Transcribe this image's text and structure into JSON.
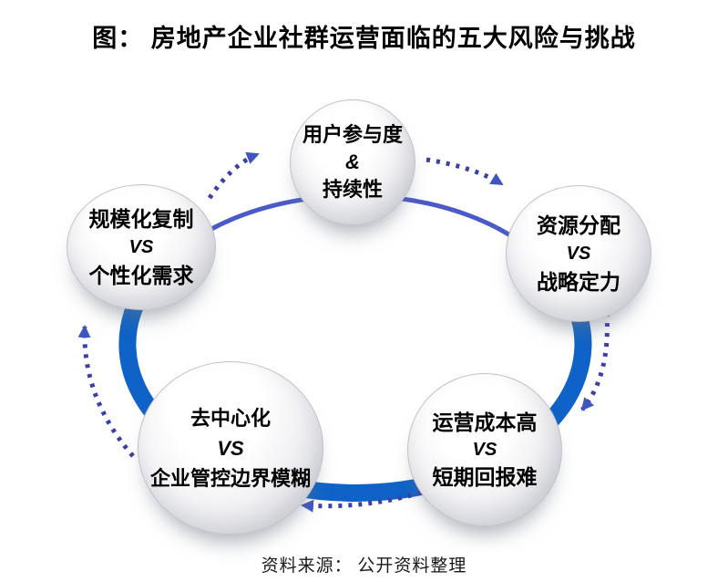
{
  "title": "图： 房地产企业社群运营面临的五大风险与挑战",
  "source": "资料来源： 公开资料整理",
  "diagram": {
    "description": "five-node circular cycle, clockwise flow",
    "nodes": [
      {
        "id": "user-engagement",
        "position": "top",
        "lines": [
          "用户参与度",
          "&",
          "持续性"
        ]
      },
      {
        "id": "resource-allocation",
        "position": "right",
        "lines": [
          "资源分配",
          "VS",
          "战略定力"
        ]
      },
      {
        "id": "operating-cost",
        "position": "bottom-right",
        "lines": [
          "运营成本高",
          "VS",
          "短期回报难"
        ]
      },
      {
        "id": "decentralization",
        "position": "bottom-left",
        "lines": [
          "去中心化",
          "VS",
          "企业管控边界模糊"
        ]
      },
      {
        "id": "scale-replication",
        "position": "left",
        "lines": [
          "规模化复制",
          "VS",
          "个性化需求"
        ]
      }
    ],
    "colors": {
      "ring_thick": "#0f63c8",
      "ring_thin": "#4a5ac8",
      "dots": "#3b3fa8",
      "arrowhead": "#3f55c0"
    }
  }
}
